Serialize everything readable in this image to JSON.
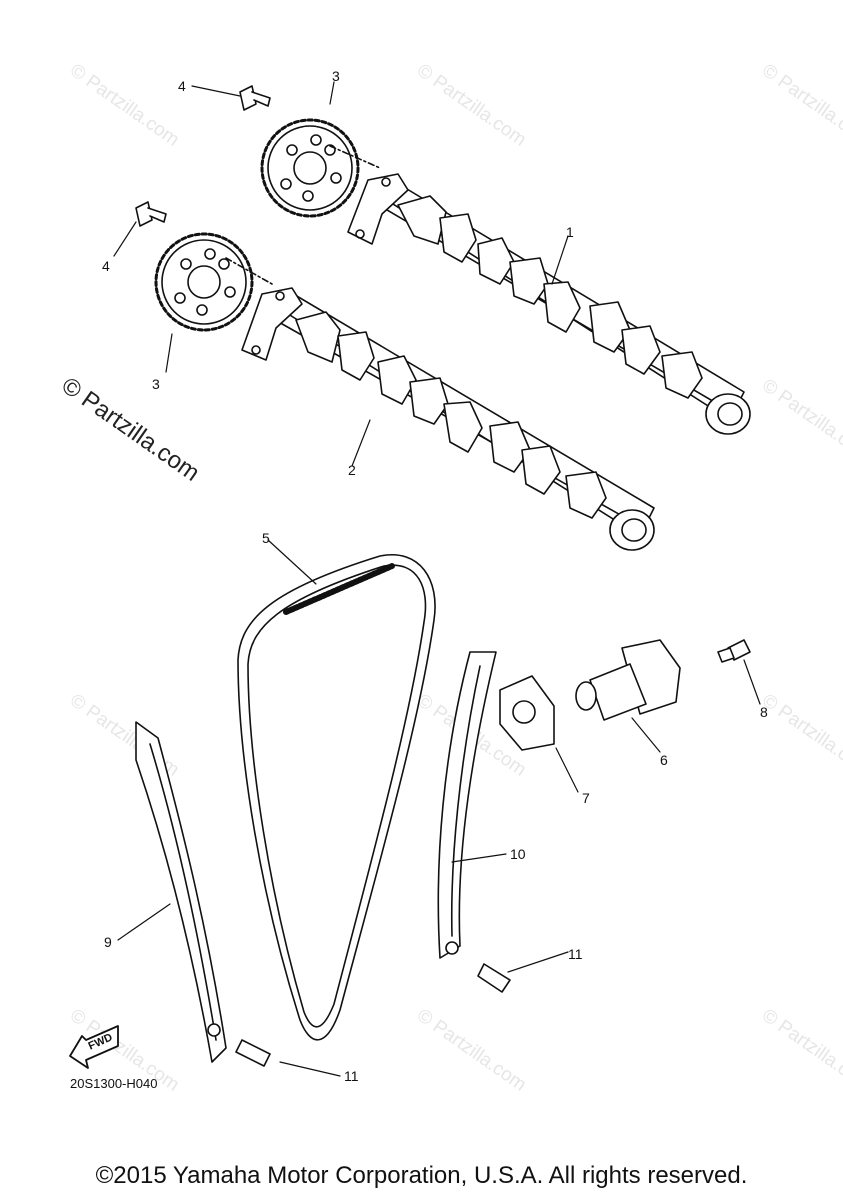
{
  "diagram": {
    "watermark_text": "© Partzilla.com",
    "big_watermark_text": "© Partzilla.com",
    "callouts": {
      "c1": "1",
      "c2": "2",
      "c3a": "3",
      "c3b": "3",
      "c4a": "4",
      "c4b": "4",
      "c5": "5",
      "c6": "6",
      "c7": "7",
      "c8": "8",
      "c9": "9",
      "c10": "10",
      "c11a": "11",
      "c11b": "11"
    },
    "fwd_label": "FWD",
    "diagram_code": "20S1300-H040",
    "copyright": "©2015 Yamaha Motor Corporation, U.S.A. All rights reserved."
  }
}
